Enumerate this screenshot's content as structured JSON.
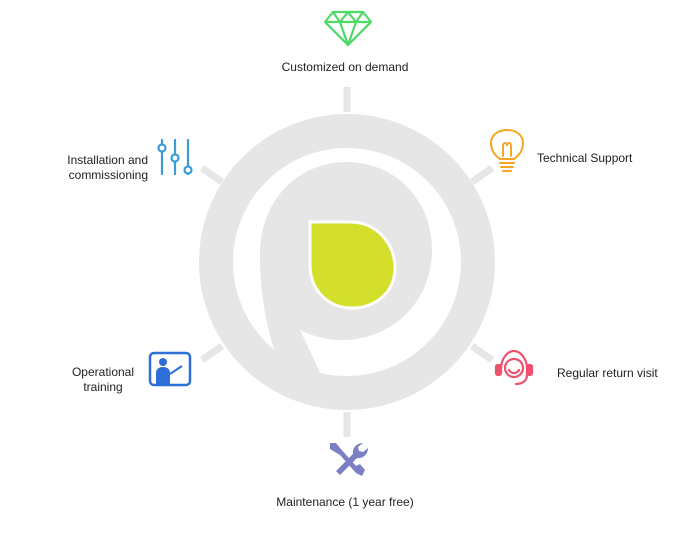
{
  "services": {
    "top": {
      "label": "Customized on demand",
      "icon": "diamond-icon",
      "color": "#4cd964"
    },
    "top_right": {
      "label": "Technical Support",
      "icon": "lightbulb-icon",
      "color": "#f5a623"
    },
    "bottom_right": {
      "label": "Regular return visit",
      "icon": "headset-icon",
      "color": "#f0506e"
    },
    "bottom": {
      "label": "Maintenance (1 year free)",
      "icon": "tools-icon",
      "color": "#7b7fc4"
    },
    "bottom_left": {
      "line1": "Operational",
      "line2": "training",
      "icon": "presentation-icon",
      "color": "#2d6fd6"
    },
    "top_left": {
      "line1": "Installation and",
      "line2": "commissioning",
      "icon": "sliders-icon",
      "color": "#3a9bd5"
    }
  },
  "colors": {
    "ring": "#e6e6e6",
    "center_leaf": "#d4df2b"
  }
}
